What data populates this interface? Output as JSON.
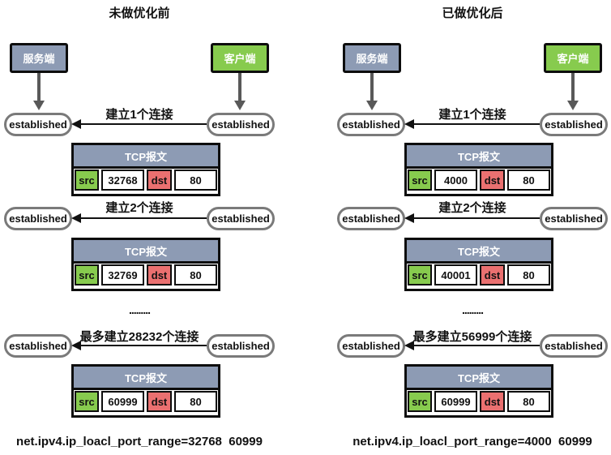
{
  "colors": {
    "server_fill": "#8D9BB4",
    "client_fill": "#87CB4E",
    "tcp_header_fill": "#8D9BB4",
    "src_fill": "#87CB4E",
    "dst_fill": "#EA7070",
    "border": "#0d0d0d",
    "arrow_gray": "#595959"
  },
  "panels": [
    {
      "title": "未做优化前",
      "server_label": "服务端",
      "client_label": "客户端",
      "established": "established",
      "rows": [
        {
          "label": "建立1个连接",
          "packet": {
            "header": "TCP报文",
            "src_key": "src",
            "src_value": "32768",
            "dst_key": "dst",
            "dst_value": "80"
          }
        },
        {
          "label": "建立2个连接",
          "packet": {
            "header": "TCP报文",
            "src_key": "src",
            "src_value": "32769",
            "dst_key": "dst",
            "dst_value": "80"
          }
        },
        {
          "label": "最多建立28232个连接",
          "packet": {
            "header": "TCP报文",
            "src_key": "src",
            "src_value": "60999",
            "dst_key": "dst",
            "dst_value": "80"
          }
        }
      ],
      "dots": ".........",
      "sysctl": "net.ipv4.ip_loacl_port_range=32768  60999"
    },
    {
      "title": "已做优化后",
      "server_label": "服务端",
      "client_label": "客户端",
      "established": "established",
      "rows": [
        {
          "label": "建立1个连接",
          "packet": {
            "header": "TCP报文",
            "src_key": "src",
            "src_value": "4000",
            "dst_key": "dst",
            "dst_value": "80"
          }
        },
        {
          "label": "建立2个连接",
          "packet": {
            "header": "TCP报文",
            "src_key": "src",
            "src_value": "40001",
            "dst_key": "dst",
            "dst_value": "80"
          }
        },
        {
          "label": "最多建立56999个连接",
          "packet": {
            "header": "TCP报文",
            "src_key": "src",
            "src_value": "60999",
            "dst_key": "dst",
            "dst_value": "80"
          }
        }
      ],
      "dots": ".........",
      "sysctl": "net.ipv4.ip_loacl_port_range=4000  60999"
    }
  ]
}
